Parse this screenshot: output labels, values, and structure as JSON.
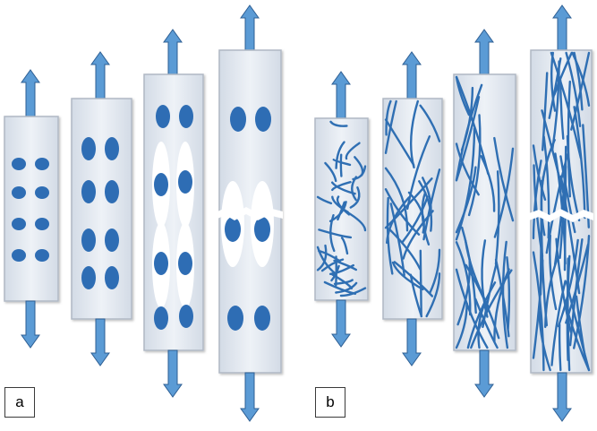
{
  "panels": [
    {
      "id": "a",
      "label": "a",
      "content": "particles",
      "stages": 4
    },
    {
      "id": "b",
      "label": "b",
      "content": "fibers",
      "stages": 4
    }
  ],
  "colors": {
    "specimen_fill": "#dfe6ef",
    "specimen_stroke": "#b0b8c4",
    "particle": "#2e6db4",
    "fiber": "#2f6fb3",
    "arrow_fill": "#5b9bd5",
    "arrow_stroke": "#2e5f94",
    "void": "#ffffff"
  },
  "icons": [
    "up-arrow-icon",
    "down-arrow-icon"
  ]
}
